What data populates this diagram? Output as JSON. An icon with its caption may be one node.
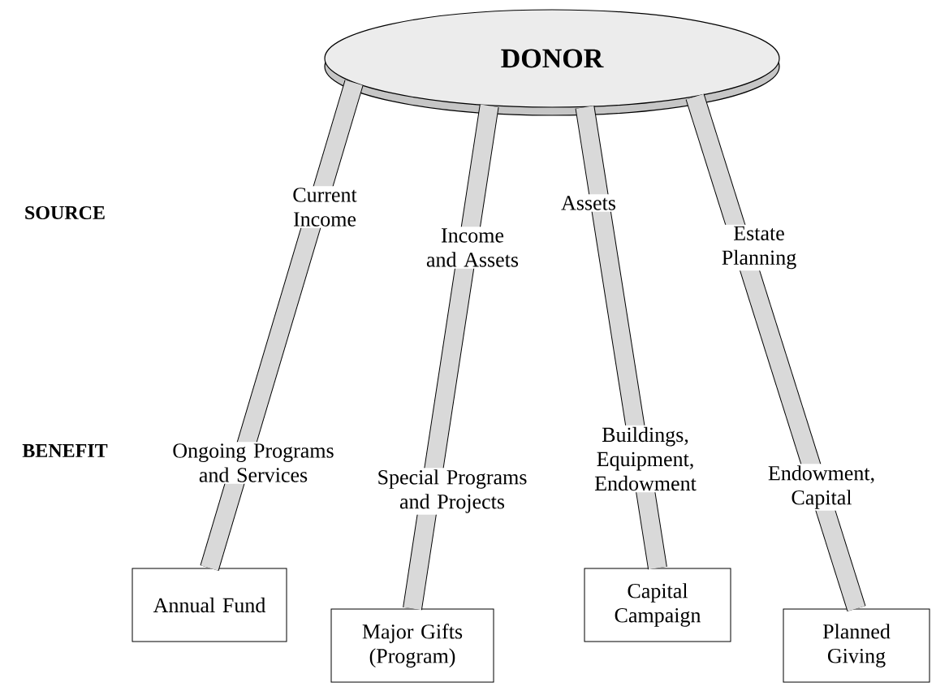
{
  "diagram": {
    "nodes": [
      {
        "text": [
          "DONOR"
        ]
      },
      {
        "text": [
          "Annual Fund"
        ]
      },
      {
        "text": [
          "Major Gifts (Program)"
        ]
      },
      {
        "text": [
          "Capital Campaign"
        ]
      },
      {
        "text": [
          "Planned Giving"
        ]
      }
    ],
    "edges": [
      {
        "from": 0,
        "to": 1,
        "arrow": "none",
        "label": "Current Income"
      },
      {
        "from": 0,
        "to": 2,
        "arrow": "none",
        "label": "Income and Assets"
      },
      {
        "from": 0,
        "to": 3,
        "arrow": "none",
        "label": "Assets"
      },
      {
        "from": 0,
        "to": 4,
        "arrow": "none",
        "label": "Estate Planning"
      }
    ],
    "labels": [
      "SOURCE",
      "BENEFIT",
      "Ongoing Programs and Services",
      "Special Programs and Projects",
      "Buildings, Equipment, Endowment",
      "Endowment, Capital"
    ]
  }
}
